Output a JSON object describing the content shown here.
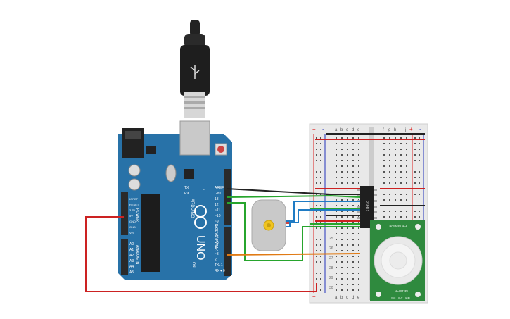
{
  "arduino": {
    "brand": "ARDUINO",
    "model": "UNO",
    "on_label": "ON",
    "digital_label": "DIGITAL (PWM~)",
    "analog_label": "ANALOG IN",
    "power_label": "POWER",
    "tx_label": "TX",
    "rx_label": "RX",
    "l_label": "L",
    "power_pins": [
      "IOREF",
      "RESET",
      "3.3V",
      "5V",
      "GND",
      "GND",
      "Vin"
    ],
    "analog_pins": [
      "A0",
      "A1",
      "A2",
      "A3",
      "A4",
      "A5"
    ],
    "digital_pins_top": [
      "AREF",
      "GND",
      "13",
      "12",
      "~11",
      "~10",
      "~9",
      "8"
    ],
    "digital_pins_bottom": [
      "7",
      "~6",
      "~5",
      "4",
      "~3",
      "2",
      "TX▸1",
      "RX◄0"
    ],
    "colors": {
      "board": "#2872a8",
      "header": "#2a2a2a",
      "usb": "#c9c9c9"
    }
  },
  "breadboard": {
    "columns_left": [
      "a",
      "b",
      "c",
      "d",
      "e"
    ],
    "columns_right": [
      "f",
      "g",
      "h",
      "i",
      "j"
    ],
    "row_numbers": [
      "25",
      "26",
      "27",
      "28",
      "29",
      "30"
    ],
    "plus": "+",
    "minus": "-",
    "color_red": "#d22",
    "color_blue": "#23b"
  },
  "chip": {
    "label": "L293D",
    "color": "#1f1f1f"
  },
  "pir": {
    "label_top": "PIR SENSOR",
    "label_bottom": "SE-10 PIR",
    "pin_labels": [
      "VCC",
      "OUT",
      "GND"
    ],
    "color": "#2f8a3e"
  },
  "motor": {
    "icon": "dc-motor-icon",
    "color": "#c9c9c9"
  },
  "wires": {
    "red": "#cc2222",
    "black": "#222222",
    "green": "#27a52d",
    "blue": "#1f7bc4",
    "orange": "#e07a14"
  }
}
